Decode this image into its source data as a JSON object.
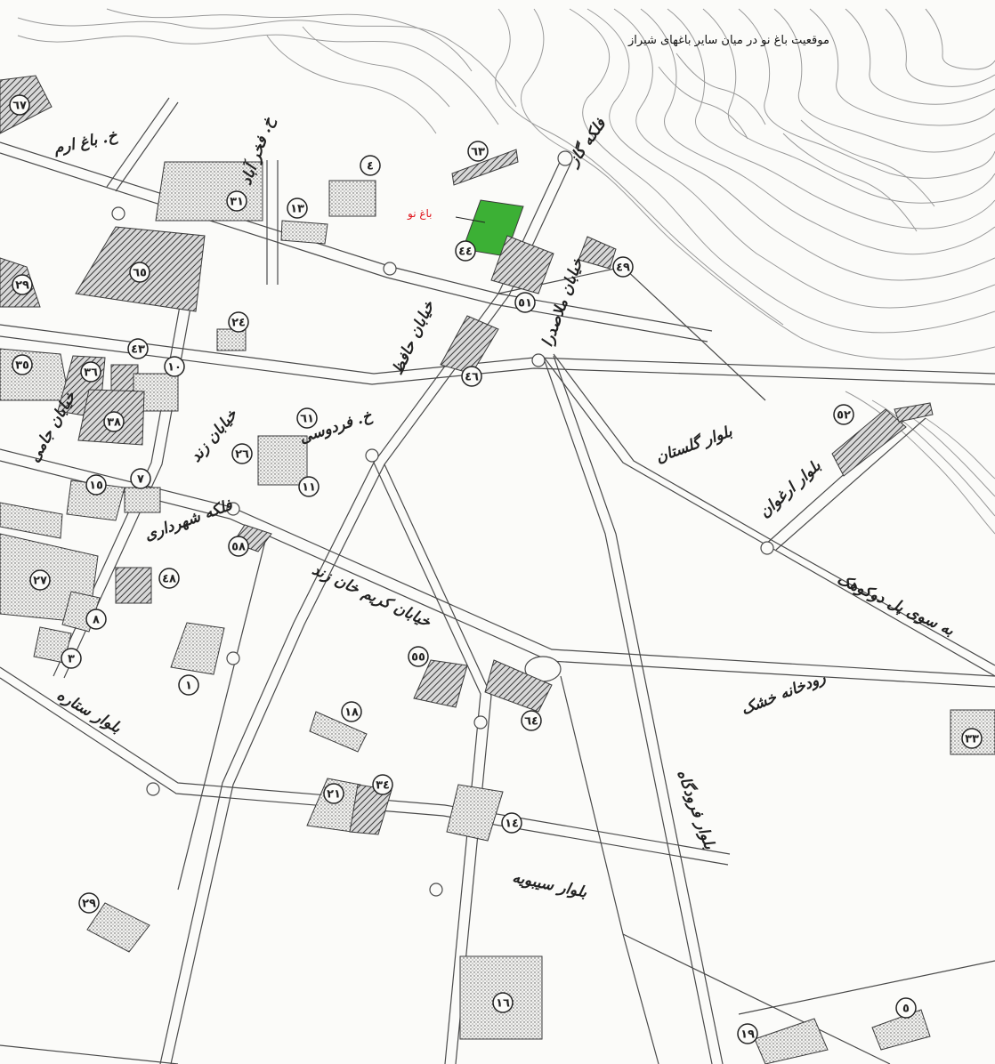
{
  "map": {
    "title": "موقعیت باغ نو در میان سایر باغهای شیراز",
    "highlight_label": "باغ نو",
    "highlight_color": "#3cb035",
    "line_color": "#4a4a4a",
    "contour_color": "#9a9a9a",
    "callout_color": "#e0141c",
    "street_labels": [
      "خ. باغ ارم",
      "خ. فخر آباد",
      "خیابان حافظ",
      "خیابان کریم خان زند",
      "بلوار گلستان",
      "بلوار ارغوان",
      "بلوار سیبویه",
      "بلوار فرودگاه",
      "بلوار ستاره",
      "فلکه گاز",
      "فلکه شهرداری",
      "رودخانه خشک",
      "به سوی پل دوکوهک",
      "خیابان ملاصدرا",
      "خ. فردوسی",
      "خیابان زند",
      "خیابان جامی"
    ],
    "markers": [
      "٦٧",
      "٦٣",
      "٣١",
      "١٣",
      "٤",
      "٤٤",
      "٥١",
      "٤٩",
      "٦٥",
      "٢٩",
      "٢٤",
      "٤٣",
      "٣٥",
      "٣٦",
      "١٠",
      "٣٨",
      "٤٦",
      "٦١",
      "٢٦",
      "١١",
      "١٥",
      "٧",
      "٥٨",
      "٤٨",
      "٢٧",
      "٨",
      "٣",
      "١",
      "٥٥",
      "٦٤",
      "١٨",
      "٢١",
      "٣٤",
      "١٤",
      "١٩",
      "٥٢",
      "٣٣",
      "١٦",
      "٥",
      "٢٩"
    ]
  }
}
